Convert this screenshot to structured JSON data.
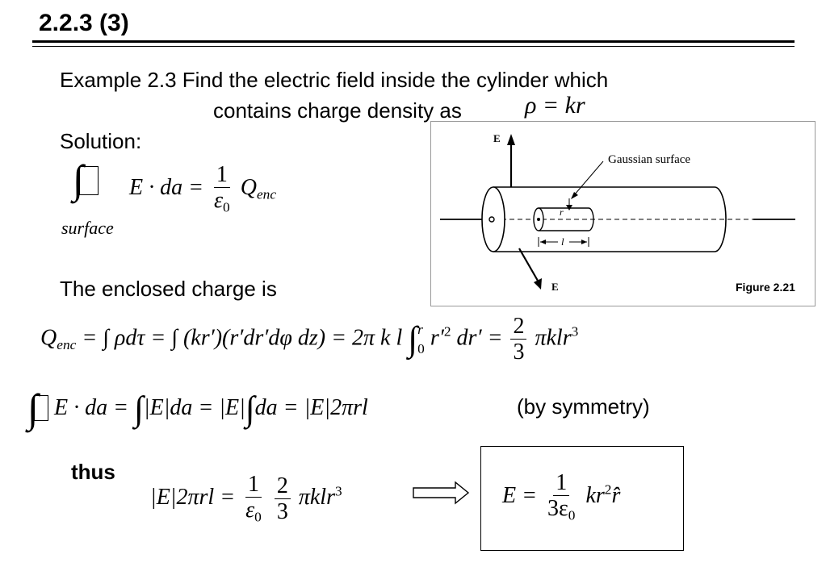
{
  "slide": {
    "title": "2.2.3 (3)"
  },
  "example": {
    "line1": "Example 2.3  Find the electric field inside the cylinder which",
    "line2": "contains charge density as",
    "rho_lhs": "ρ",
    "rho_rhs": "= kr"
  },
  "solution": {
    "label": "Solution:",
    "surface_label": "surface",
    "gauss_lhs": "E · da =",
    "gauss_num": "1",
    "gauss_den": "ε",
    "gauss_den_sub": "0",
    "gauss_Q": "Q",
    "gauss_Q_sub": "enc"
  },
  "enclosed": {
    "label": "The enclosed charge is",
    "q": "Q",
    "q_sub": "enc",
    "part1": "= ∫",
    "part2": "ρdτ = ∫",
    "part3": "(kr′)(r′dr′dφ dz) = 2π k l",
    "int_upper": "r",
    "int_lower": "0",
    "part4": "r′",
    "part4_sup": "2",
    "part5": "dr′ =",
    "frac_num": "2",
    "frac_den": "3",
    "part6": "πklr",
    "part6_sup": "3"
  },
  "flux": {
    "expr1": "E · da = ",
    "expr2": "|E|da = |E|",
    "expr3": "da = |E|2πrl",
    "note": "(by symmetry)"
  },
  "result": {
    "thus": "thus",
    "lhs": "|E|2πrl =",
    "f1_num": "1",
    "f1_den": "ε",
    "f1_den_sub": "0",
    "f2_num": "2",
    "f2_den": "3",
    "rhs": "πklr",
    "rhs_sup": "3",
    "arrow": "⟹",
    "boxed_lhs": "E =",
    "boxed_num": "1",
    "boxed_den": "3ε",
    "boxed_den_sub": "0",
    "boxed_rhs": "kr",
    "boxed_rhs_sup": "2",
    "boxed_unit": "r̂"
  },
  "figure": {
    "e_top": "E",
    "e_bottom": "E",
    "gaussian_label": "Gaussian surface",
    "r_label": "r",
    "l_label": "l",
    "caption": "Figure 2.21"
  }
}
